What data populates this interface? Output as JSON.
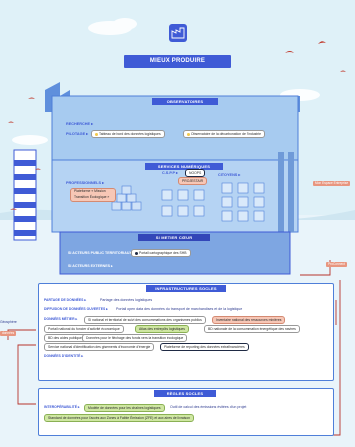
{
  "header": {
    "title": "MIEUX PRODUIRE"
  },
  "observatoires": {
    "title": "OBSERVATOIRES",
    "recherche_label": "RECHERCHE ▸",
    "pilotage_label": "PILOTAGE ▸",
    "items": [
      "Tableau de bord des données logistiques",
      "Observatoire de la décarbonation de l'industrie"
    ]
  },
  "services": {
    "title": "SERVICES NUMÉRIQUES",
    "professionnels_label": "PROFESSIONNELS ▸",
    "professionnels_item": "Plateforme « Mission Transition Écologique »",
    "csp_label": "C.S.P.P ▸",
    "csp_items": [
      "NOOPS",
      "PROJESTAIR"
    ],
    "citoyens_label": "CITOYENS ▸"
  },
  "metier_coeur": {
    "title": "SI METIER CŒUR",
    "acteurs_public_label": "SI ACTEURS PUBLIC TERRITORIAUX ▸",
    "acteurs_public_item": "Portail cartographique des SHB",
    "acteurs_externes_label": "SI ACTEURS EXTERNES ▸"
  },
  "right_tags": [
    "Mon Espace Entreprise",
    "ProConnect"
  ],
  "left_tags": [
    "Géosphère",
    "données"
  ],
  "infrastructures": {
    "title": "INFRASTRUCTURES SOCLES",
    "partage_label": "PARTAGE DE DONNÉES ▸",
    "partage_item": "Partage des données logistiques",
    "diffusion_label": "DIFFUSION DE DONNÉES OUVERTES ▸",
    "diffusion_item": "Portail open data des données du transport de marchandises et de la logistique",
    "metier_label": "DONNÉES MÉTIER ▸",
    "metier_items": [
      "SI national et territorial de suivi des consommations des organismes publics",
      "Inventaire national des ressources minières",
      "Portail national du foncier d'activité économique",
      "Atlas des entrepôts logistiques",
      "BD nationale de la consommation énergétique des navires",
      "BD des aides publiques",
      "Données pour le fléchage des fonds vers la transition écologique",
      "Service national d'identification des gisements d'économie d'énergie",
      "Plateforme de reporting des données extrafinancières"
    ],
    "identite_label": "DONNÉES D'IDENTITÉ ▸"
  },
  "regles": {
    "title": "RÈGLES SOCLES",
    "interop_label": "INTEROPÉRABILITÉ ▸",
    "items": [
      "Modèle de données pour les chaînes logistiques",
      "Outil de calcul des émissions évitées d'un projet",
      "Standard de données pour l'accès aux Zones à Faible Émission (ZFE) et aux aires de livraison"
    ]
  },
  "colors": {
    "sky": "#dff1f8",
    "building": "#9bc3ee",
    "building_dark": "#6f9ad8",
    "accent_blue": "#3f5bd6",
    "red_line": "#b8342c",
    "bird_red": "#c0392b"
  },
  "icons": [
    "factory-icon",
    "bird-icon",
    "cloud-icon",
    "chimney-icon",
    "box-stack-icon"
  ]
}
